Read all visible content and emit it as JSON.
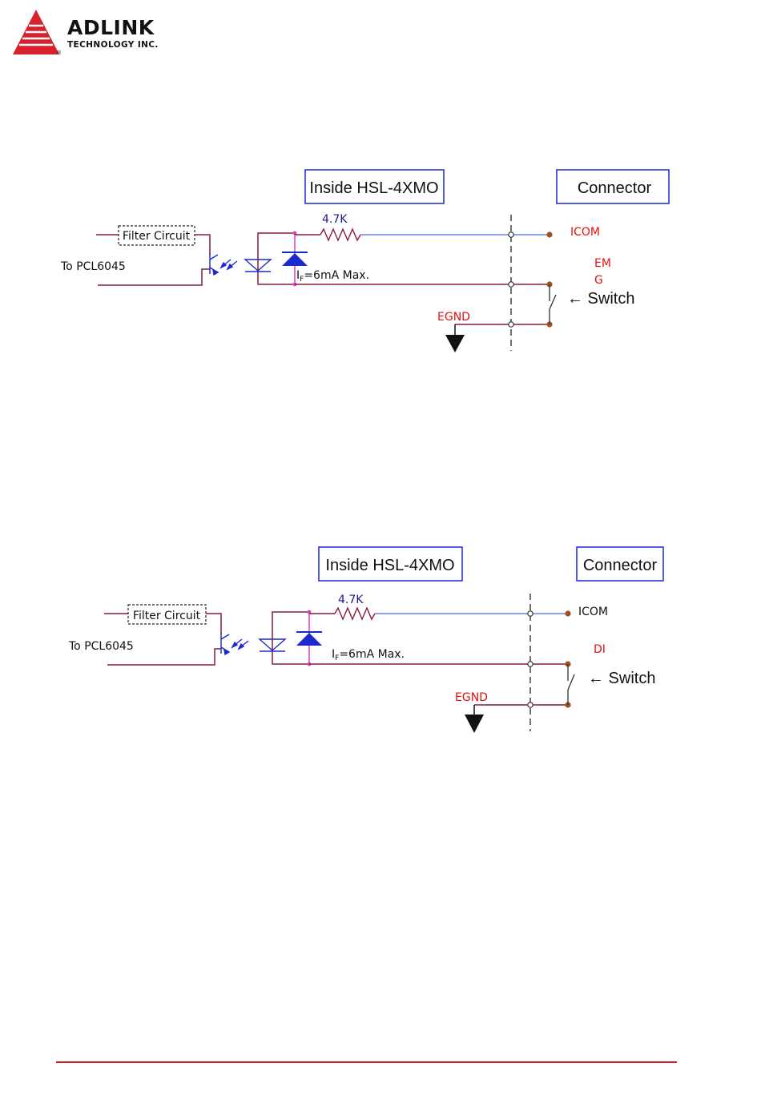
{
  "header": {
    "brand": "ADLINK",
    "tagline": "TECHNOLOGY INC.",
    "registered": "®"
  },
  "diagram1": {
    "inside_box": "Inside HSL-4XMO",
    "connector_box": "Connector",
    "filter": "Filter Circuit",
    "resistor": "4.7K",
    "to_label": "To PCL6045",
    "current": "I",
    "current_sub": "F",
    "current_rest": "=6mA Max.",
    "icom": "ICOM",
    "signal_line1": "EM",
    "signal_line2": "G",
    "egnd": "EGND",
    "switch": "← Switch"
  },
  "diagram2": {
    "inside_box": "Inside HSL-4XMO",
    "connector_box": "Connector",
    "filter": "Filter Circuit",
    "resistor": "4.7K",
    "to_label": "To PCL6045",
    "current": "I",
    "current_sub": "F",
    "current_rest": "=6mA Max.",
    "icom": "ICOM",
    "signal": "DI",
    "egnd": "EGND",
    "switch": "← Switch"
  },
  "colors": {
    "wire": "#8b1a3c",
    "blue": "#1a2acc",
    "pink": "#e040c0",
    "red": "#e01010",
    "terminal": "#a0521d",
    "footer": "#d21f2b"
  }
}
